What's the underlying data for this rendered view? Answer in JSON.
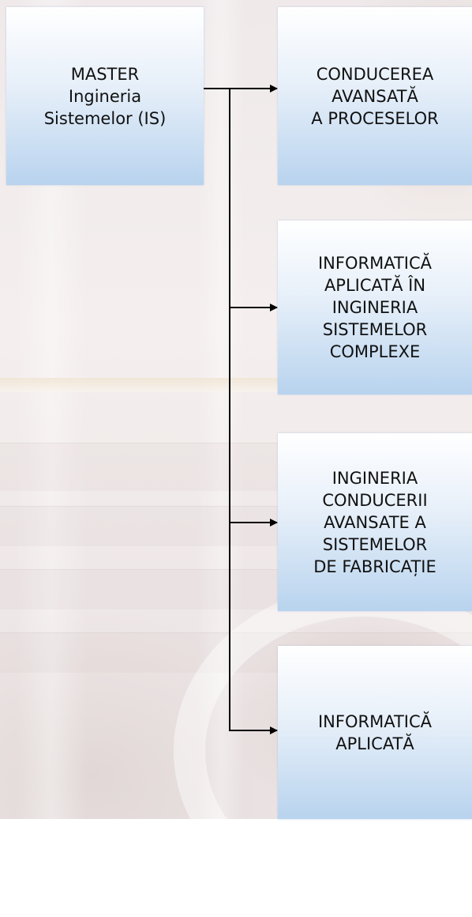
{
  "root": {
    "label": "MASTER\nIngineria\nSistemelor (IS)"
  },
  "children": [
    {
      "label": "CONDUCEREA\nAVANSATĂ\nA PROCESELOR"
    },
    {
      "label": "INFORMATICĂ\nAPLICATĂ ÎN\nINGINERIA\nSISTEMELOR\nCOMPLEXE"
    },
    {
      "label": "INGINERIA\nCONDUCERII\nAVANSATE A\nSISTEMELOR\nDE FABRICAȚIE"
    },
    {
      "label": "INFORMATICĂ\nAPLICATĂ"
    }
  ],
  "colors": {
    "box_top": "#ffffff",
    "box_bottom": "#b8d3ee",
    "connector": "#000000"
  }
}
